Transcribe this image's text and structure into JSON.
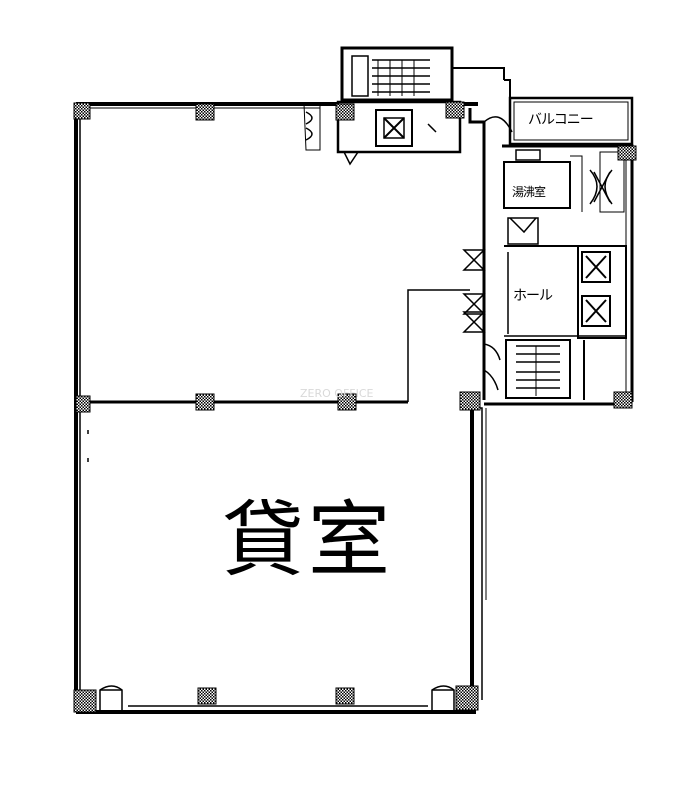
{
  "labels": {
    "rental_room": "貸室",
    "balcony": "バルコニー",
    "pantry": "湯沸室",
    "hall": "ホール"
  },
  "watermark": "ZERO OFFICE"
}
